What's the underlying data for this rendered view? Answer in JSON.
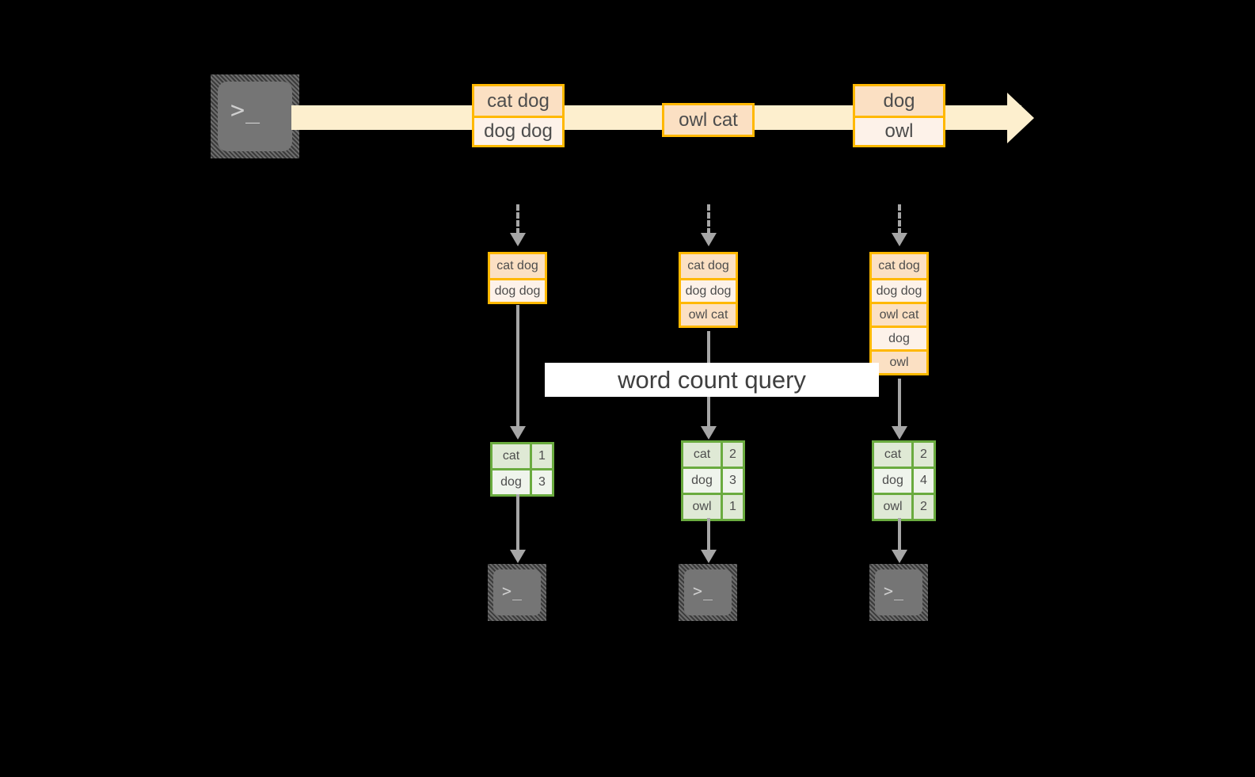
{
  "diagram": {
    "title": "word count query",
    "source_terminal": {
      "icon": "terminal-icon",
      "prompt": ">_"
    },
    "stream": {
      "groups": [
        {
          "lines": [
            "cat dog",
            "dog dog"
          ]
        },
        {
          "lines": [
            "owl cat"
          ]
        },
        {
          "lines": [
            "dog",
            "owl"
          ]
        }
      ]
    },
    "snapshots": [
      {
        "lines": [
          "cat dog",
          "dog dog"
        ]
      },
      {
        "lines": [
          "cat dog",
          "dog dog",
          "owl cat"
        ]
      },
      {
        "lines": [
          "cat dog",
          "dog dog",
          "owl cat",
          "dog",
          "owl"
        ]
      }
    ],
    "results": [
      {
        "rows": [
          {
            "word": "cat",
            "count": "1"
          },
          {
            "word": "dog",
            "count": "3"
          }
        ]
      },
      {
        "rows": [
          {
            "word": "cat",
            "count": "2"
          },
          {
            "word": "dog",
            "count": "3"
          },
          {
            "word": "owl",
            "count": "1"
          }
        ]
      },
      {
        "rows": [
          {
            "word": "cat",
            "count": "2"
          },
          {
            "word": "dog",
            "count": "4"
          },
          {
            "word": "owl",
            "count": "2"
          }
        ]
      }
    ],
    "sink_terminals": [
      {
        "icon": "terminal-icon",
        "prompt": ">_"
      },
      {
        "icon": "terminal-icon",
        "prompt": ">_"
      },
      {
        "icon": "terminal-icon",
        "prompt": ">_"
      }
    ],
    "colors": {
      "background": "#000000",
      "stream_band": "#FDEFCE",
      "record_border": "#FFB800",
      "record_fill_dark": "#FBE0C3",
      "record_fill_light": "#FDF2E9",
      "result_border": "#6AAB3F",
      "result_fill_dark": "#DFE9D5",
      "result_fill_light": "#EFF4EC",
      "connector": "#A6A6A6",
      "terminal_body": "#757575",
      "label_background": "#FFFFFF",
      "text": "#4D4D4D"
    }
  }
}
